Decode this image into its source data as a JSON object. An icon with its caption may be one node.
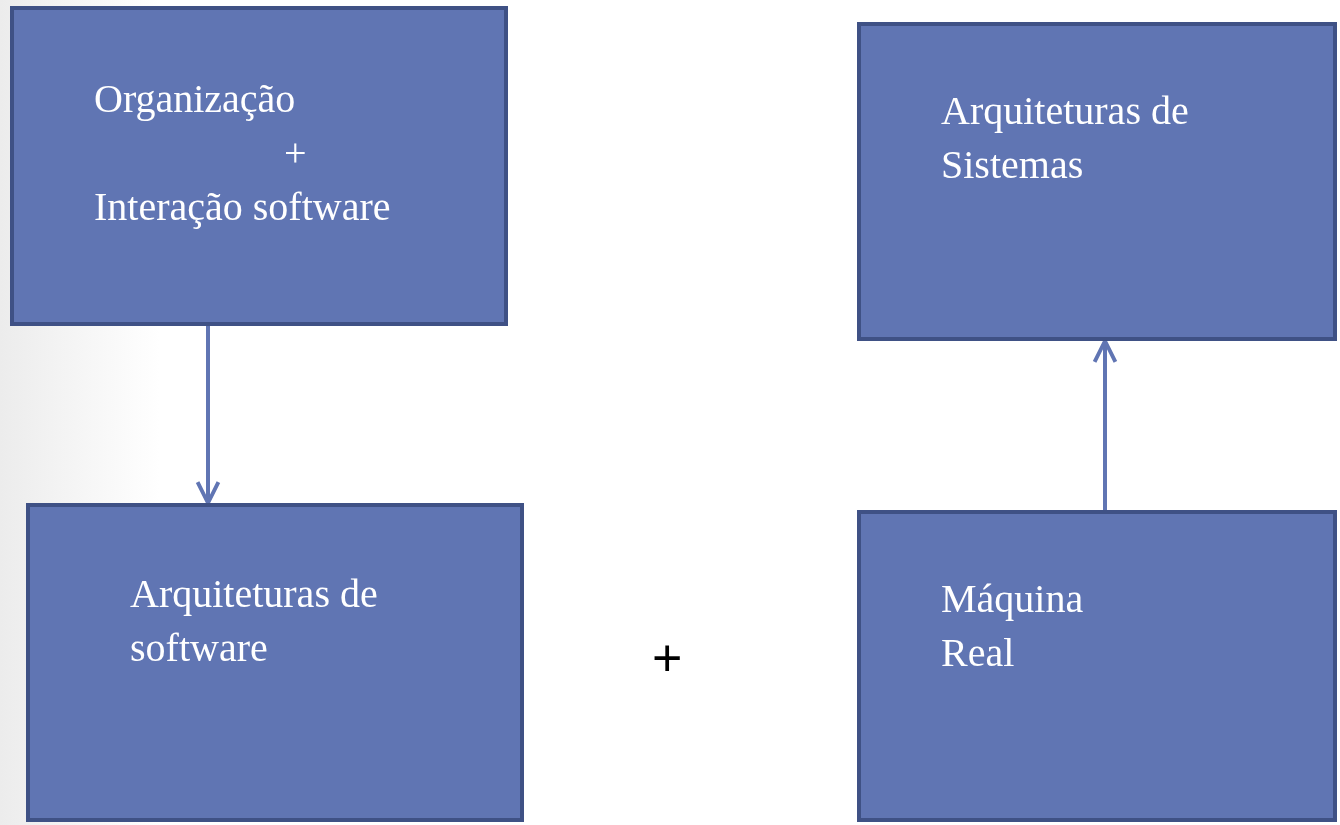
{
  "diagram": {
    "nodes": [
      {
        "text": [
          "Organização",
          "+",
          "Interação software"
        ]
      },
      {
        "text": [
          "Arquiteturas de software"
        ]
      },
      {
        "text": [
          "Arquiteturas de Sistemas"
        ]
      },
      {
        "text": [
          "Máquina Real"
        ]
      }
    ],
    "edges": [
      {
        "from": 0,
        "to": 1,
        "arrow": "to"
      },
      {
        "from": 3,
        "to": 2,
        "arrow": "to"
      }
    ],
    "labels": [
      "+"
    ]
  }
}
